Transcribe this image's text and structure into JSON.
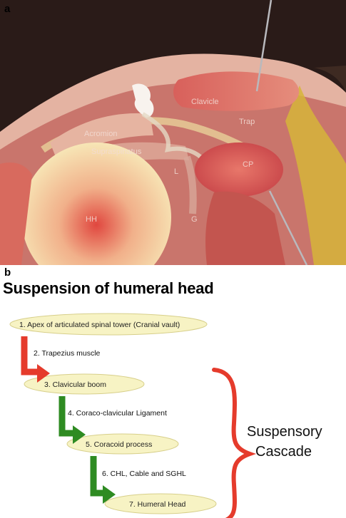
{
  "panel_a": {
    "label": "a",
    "photo_labels": {
      "clavicle": "Clavicle",
      "acromion": "Acromion",
      "trap": "Trap",
      "supraspinatus": "Supraspinatus",
      "cp": "CP",
      "l": "L",
      "hh": "HH",
      "g": "G"
    }
  },
  "panel_b": {
    "label": "b",
    "title": "Suspension of humeral head",
    "nodes": [
      "1.  Apex of articulated spinal tower (Cranial vault)",
      "3.  Clavicular boom",
      "5.  Coracoid process",
      "7.  Humeral Head"
    ],
    "connectors": [
      {
        "label": "2.  Trapezius muscle",
        "color": "#e53b2c"
      },
      {
        "label": "4.  Coraco-clavicular Ligament",
        "color": "#2e8b22"
      },
      {
        "label": "6.  CHL, Cable and SGHL",
        "color": "#2e8b22"
      }
    ],
    "cascade_label": [
      "Suspensory",
      "Cascade"
    ],
    "colors": {
      "node_fill": "#f7f3c4",
      "node_stroke": "#d7cf8a",
      "brace": "#e53b2c"
    }
  }
}
